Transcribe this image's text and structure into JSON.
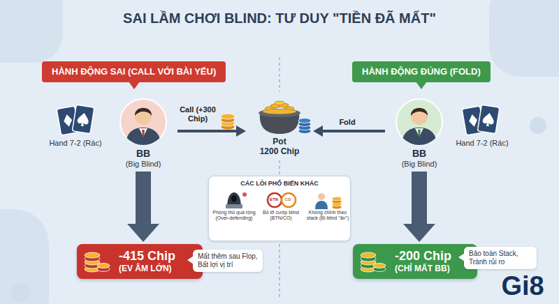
{
  "diagram": {
    "title": "SAI LẦM CHƠI BLIND: TƯ DUY \"TIỀN ĐÃ MẤT\"",
    "nodes": [
      {
        "text": [
          "HÀNH ĐỘNG SAI (CALL VỚI BÀI YẾU)"
        ]
      },
      {
        "text": [
          "HÀNH ĐỘNG ĐÚNG (FOLD)"
        ]
      },
      {
        "text": [
          "BB",
          "(Big Blind)"
        ]
      },
      {
        "text": [
          "Pot",
          "1200 Chip"
        ]
      },
      {
        "text": [
          "BB",
          "(Big Blind)"
        ]
      },
      {
        "text": [
          "CÁC LỖI PHỔ BIẾN KHÁC"
        ]
      },
      {
        "text": [
          "Phòng thủ quá rộng (Over-defending)"
        ],
        "in": 5
      },
      {
        "text": [
          "Bỏ lỡ cướp blind (BTN/CO)"
        ],
        "in": 5
      },
      {
        "text": [
          "Không chỉnh theo stack (Bị blind \"ăn\")"
        ],
        "in": 5
      },
      {
        "text": [
          "-415 Chip",
          "(EV ÂM LỚN)"
        ]
      },
      {
        "text": [
          "Mất thêm sau Flop, Bất lợi vị trí"
        ]
      },
      {
        "text": [
          "-200 Chip",
          "(CHỈ MẤT BB)"
        ]
      },
      {
        "text": [
          "Bảo toàn Stack, Tránh rủi ro"
        ]
      }
    ],
    "edges": [
      {
        "from": 2,
        "to": 3,
        "label": "Call (+300 Chip)",
        "arrow": "to"
      },
      {
        "from": 4,
        "to": 3,
        "label": "Fold",
        "arrow": "to"
      },
      {
        "from": 2,
        "to": 9,
        "arrow": "to"
      },
      {
        "from": 4,
        "to": 11,
        "arrow": "to"
      }
    ],
    "labels": [
      "Hand 7-2 (Rác)",
      "Hand 7-2 (Rác)",
      "BTN",
      "CO",
      "Gi8"
    ]
  }
}
